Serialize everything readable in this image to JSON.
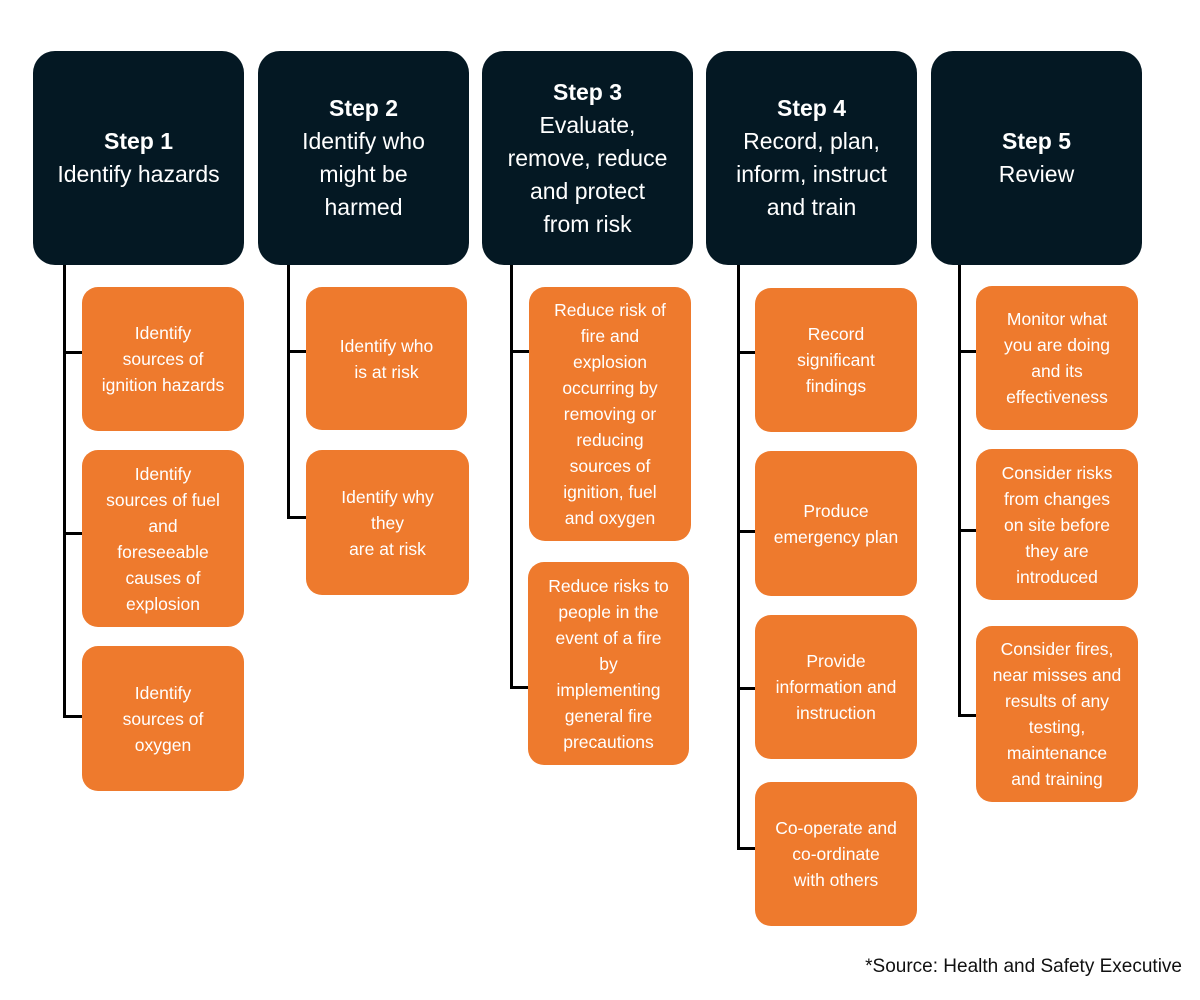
{
  "columns": [
    {
      "step_label": "Step 1",
      "title": "Identify hazards",
      "items": [
        "Identify\nsources of\nignition hazards",
        "Identify\nsources of fuel\nand\nforeseeable\ncauses of\nexplosion",
        "Identify\nsources of\noxygen"
      ]
    },
    {
      "step_label": "Step 2",
      "title": "Identify who\nmight be\nharmed",
      "items": [
        "Identify who\nis at risk",
        "Identify why\nthey\nare at risk"
      ]
    },
    {
      "step_label": "Step 3",
      "title": "Evaluate,\nremove, reduce\nand protect\nfrom risk",
      "items": [
        "Reduce risk of\nfire and\nexplosion\noccurring by\nremoving or\nreducing\nsources of\nignition, fuel\nand oxygen",
        "Reduce risks to\npeople in the\nevent of a fire\nby\nimplementing\ngeneral fire\nprecautions"
      ]
    },
    {
      "step_label": "Step 4",
      "title": "Record, plan,\ninform, instruct\nand train",
      "items": [
        "Record\nsignificant\nfindings",
        "Produce\nemergency plan",
        "Provide\ninformation and\ninstruction",
        "Co-operate and\nco-ordinate\nwith others"
      ]
    },
    {
      "step_label": "Step 5",
      "title": "Review",
      "items": [
        "Monitor what\nyou are doing\nand its\neffectiveness",
        "Consider risks\nfrom changes\non site before\nthey are\nintroduced",
        "Consider fires,\nnear misses and\nresults of any\ntesting,\nmaintenance\nand training"
      ]
    }
  ],
  "source": "*Source: Health and Safety Executive",
  "colors": {
    "step_bg": "#041823",
    "card_bg": "#ee7a2d",
    "connector": "#000000"
  }
}
